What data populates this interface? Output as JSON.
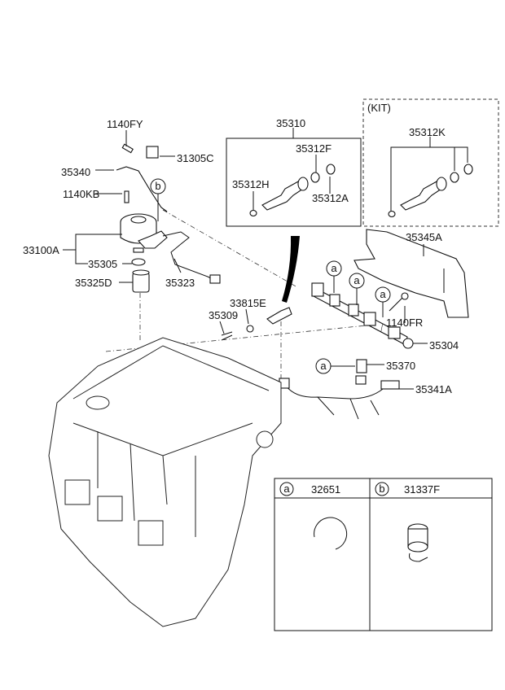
{
  "labels": {
    "p1140FY": "1140FY",
    "p31305C": "31305C",
    "p35340": "35340",
    "p1140KB": "1140KB",
    "p33100A": "33100A",
    "p35305": "35305",
    "p35325D": "35325D",
    "p35323": "35323",
    "p35310": "35310",
    "p35312F": "35312F",
    "p35312H": "35312H",
    "p35312A": "35312A",
    "kit": "(KIT)",
    "p35312K": "35312K",
    "p35345A": "35345A",
    "p33815E": "33815E",
    "p35309": "35309",
    "p1140FR": "1140FR",
    "p35304": "35304",
    "p35370": "35370",
    "p35341A": "35341A"
  },
  "callouts": {
    "a": "a",
    "b": "b"
  },
  "legend": [
    {
      "key": "a",
      "part": "32651"
    },
    {
      "key": "b",
      "part": "31337F"
    }
  ]
}
